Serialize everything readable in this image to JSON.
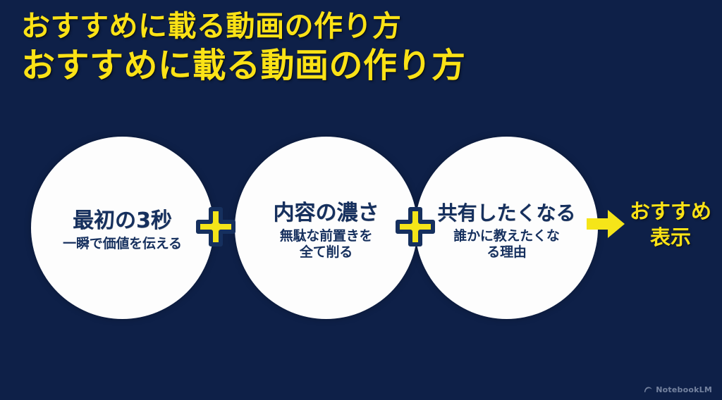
{
  "slide": {
    "background_color": "#0e2048",
    "accent_yellow": "#fbe216",
    "text_navy": "#16305e",
    "circle_fill": "#fdfdfd"
  },
  "title": {
    "line1": "おすすめに載る動画の作り方",
    "line2": "おすすめに載る動画の作り方"
  },
  "flow": {
    "steps": [
      {
        "title": "最初の3秒",
        "sub_line1": "一瞬で価値を伝える",
        "sub_line2": ""
      },
      {
        "title": "内容の濃さ",
        "sub_line1": "無駄な前置きを",
        "sub_line2": "全て削る"
      },
      {
        "title": "共有したくなる",
        "sub_line1": "誰かに教えたくな",
        "sub_line2": "る理由"
      }
    ],
    "operators": [
      "+",
      "+"
    ],
    "arrow": "→"
  },
  "result": {
    "line1": "おすすめ",
    "line2": "表示"
  },
  "watermark": {
    "label": "NotebookLM"
  }
}
